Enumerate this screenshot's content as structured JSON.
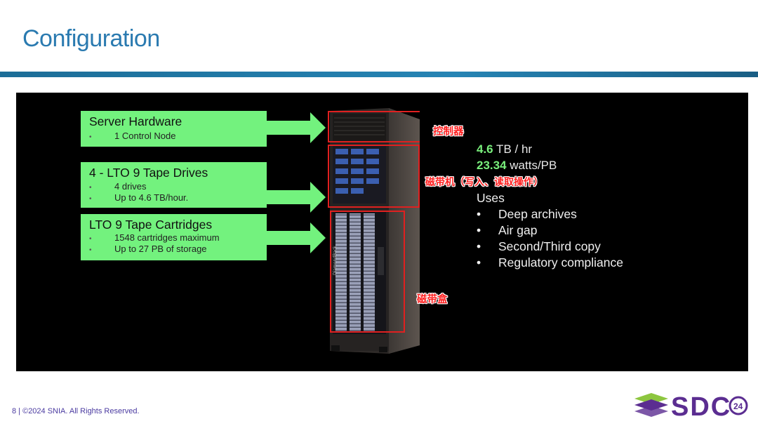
{
  "slide": {
    "title": "Configuration",
    "footer": "8 | ©2024 SNIA. All Rights Reserved."
  },
  "boxes": [
    {
      "heading": "Server Hardware",
      "items": [
        "1 Control Node"
      ]
    },
    {
      "heading": "4 - LTO 9 Tape Drives",
      "items": [
        "4 drives",
        "Up to 4.6 TB/hour."
      ]
    },
    {
      "heading": "LTO 9 Tape Cartridges",
      "items": [
        "1548 cartridges maximum",
        "Up to 27 PB of storage"
      ]
    }
  ],
  "bullet_glyph": "•",
  "stats": [
    {
      "value": "4.6",
      "unit": " TB / hr"
    },
    {
      "value": "23.34",
      "unit": " watts/PB"
    }
  ],
  "uses": {
    "heading": "Uses",
    "items": [
      "Deep archives",
      "Air gap",
      "Second/Third copy",
      "Regulatory compliance"
    ]
  },
  "annotations": {
    "controller": "控制器",
    "drives": "磁带机（写入、读取操作）",
    "cartridges": "磁带盒"
  },
  "rack_brand": "DiamondBack",
  "logo": {
    "text": "SDC",
    "badge": "24"
  },
  "colors": {
    "title": "#2a7ab0",
    "box": "#73f27e",
    "stat": "#79ef7c",
    "annotation": "#ff2020",
    "logo": "#5b2d91"
  }
}
